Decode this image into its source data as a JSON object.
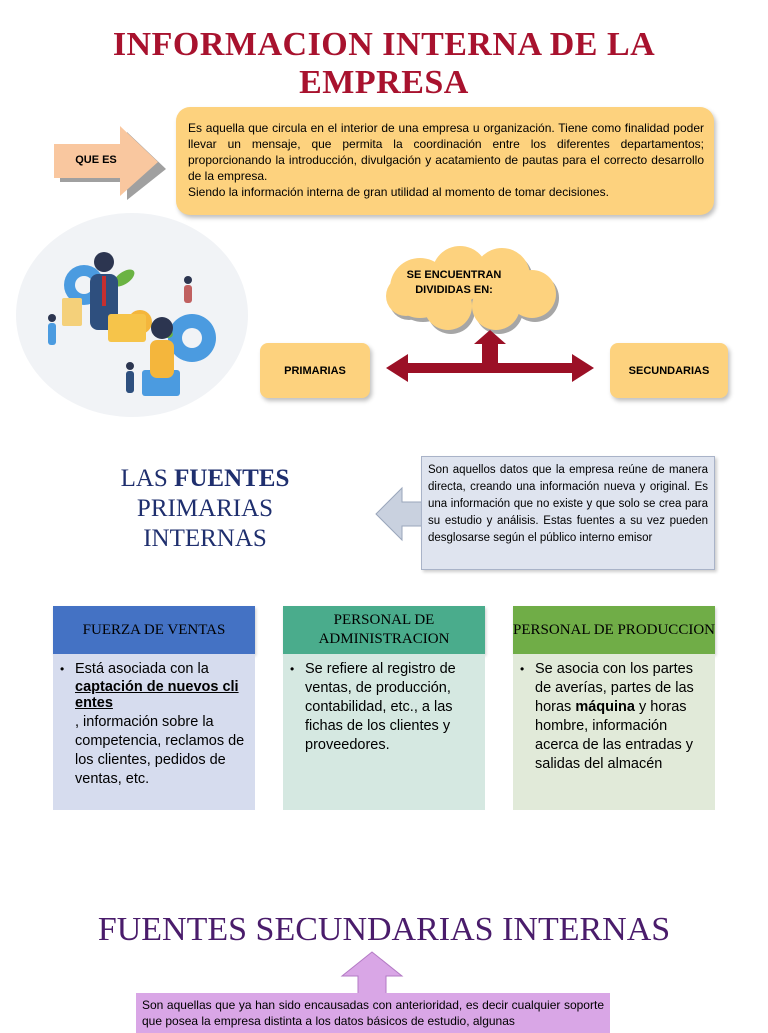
{
  "title": {
    "line1": "INFORMACION INTERNA DE LA",
    "line2": "EMPRESA"
  },
  "que_es": {
    "label": "QUE ES",
    "text1": "Es aquella que circula en el interior de una empresa u organización. Tiene como finalidad poder llevar un mensaje, que permita la coordinación entre los diferentes departamentos; proporcionando la introducción, divulgación y acatamiento de pautas para el correcto desarrollo de la empresa.",
    "text2": "Siendo la información interna de gran utilidad al momento de tomar decisiones."
  },
  "division": {
    "cloud_text": "SE ENCUENTRAN DIVIDIDAS EN:",
    "left_label": "PRIMARIAS",
    "right_label": "SECUNDARIAS"
  },
  "fuentes_primarias": {
    "title_pre": "LAS ",
    "title_bold": "FUENTES",
    "title_line2": "PRIMARIAS",
    "title_line3": "INTERNAS",
    "description": "Son aquellos datos que la empresa reúne de manera directa, creando una información nueva y original. Es una información que no existe y que solo se crea para su estudio y análisis. Estas fuentes a su vez pueden desglosarse según el público interno emisor"
  },
  "cards": [
    {
      "title": "FUERZA DE VENTAS",
      "text_pre": "Está asociada con la",
      "text_underline": "captación de nuevos cli entes",
      "text_post": ", información sobre la competencia, reclamos de los clientes, pedidos de ventas, etc."
    },
    {
      "title": "PERSONAL DE ADMINISTRACION",
      "text": "Se refiere al registro de ventas, de producción, contabilidad, etc., a las fichas de los clientes y proveedores."
    },
    {
      "title": "PERSONAL DE PRODUCCION",
      "text_pre": "Se asocia con los partes de averías, partes de las horas",
      "text_bold": "máquina",
      "text_mid": "y",
      "text_post": "horas hombre, información acerca de las entradas y salidas del almacén"
    }
  ],
  "fuentes_secundarias": {
    "title": "FUENTES SECUNDARIAS INTERNAS",
    "description": "Son aquellas que ya han sido encausadas con anterioridad, es decir cualquier soporte que posea la empresa distinta a los datos básicos de estudio, algunas"
  },
  "colors": {
    "title": "#a8122e",
    "orange_box": "#fdd27e",
    "dark_red_arrow": "#9b1026",
    "card1_head": "#4472c4",
    "card2_head": "#4aac8c",
    "card3_head": "#70ad47",
    "secondary_box": "#d9a6e6"
  }
}
